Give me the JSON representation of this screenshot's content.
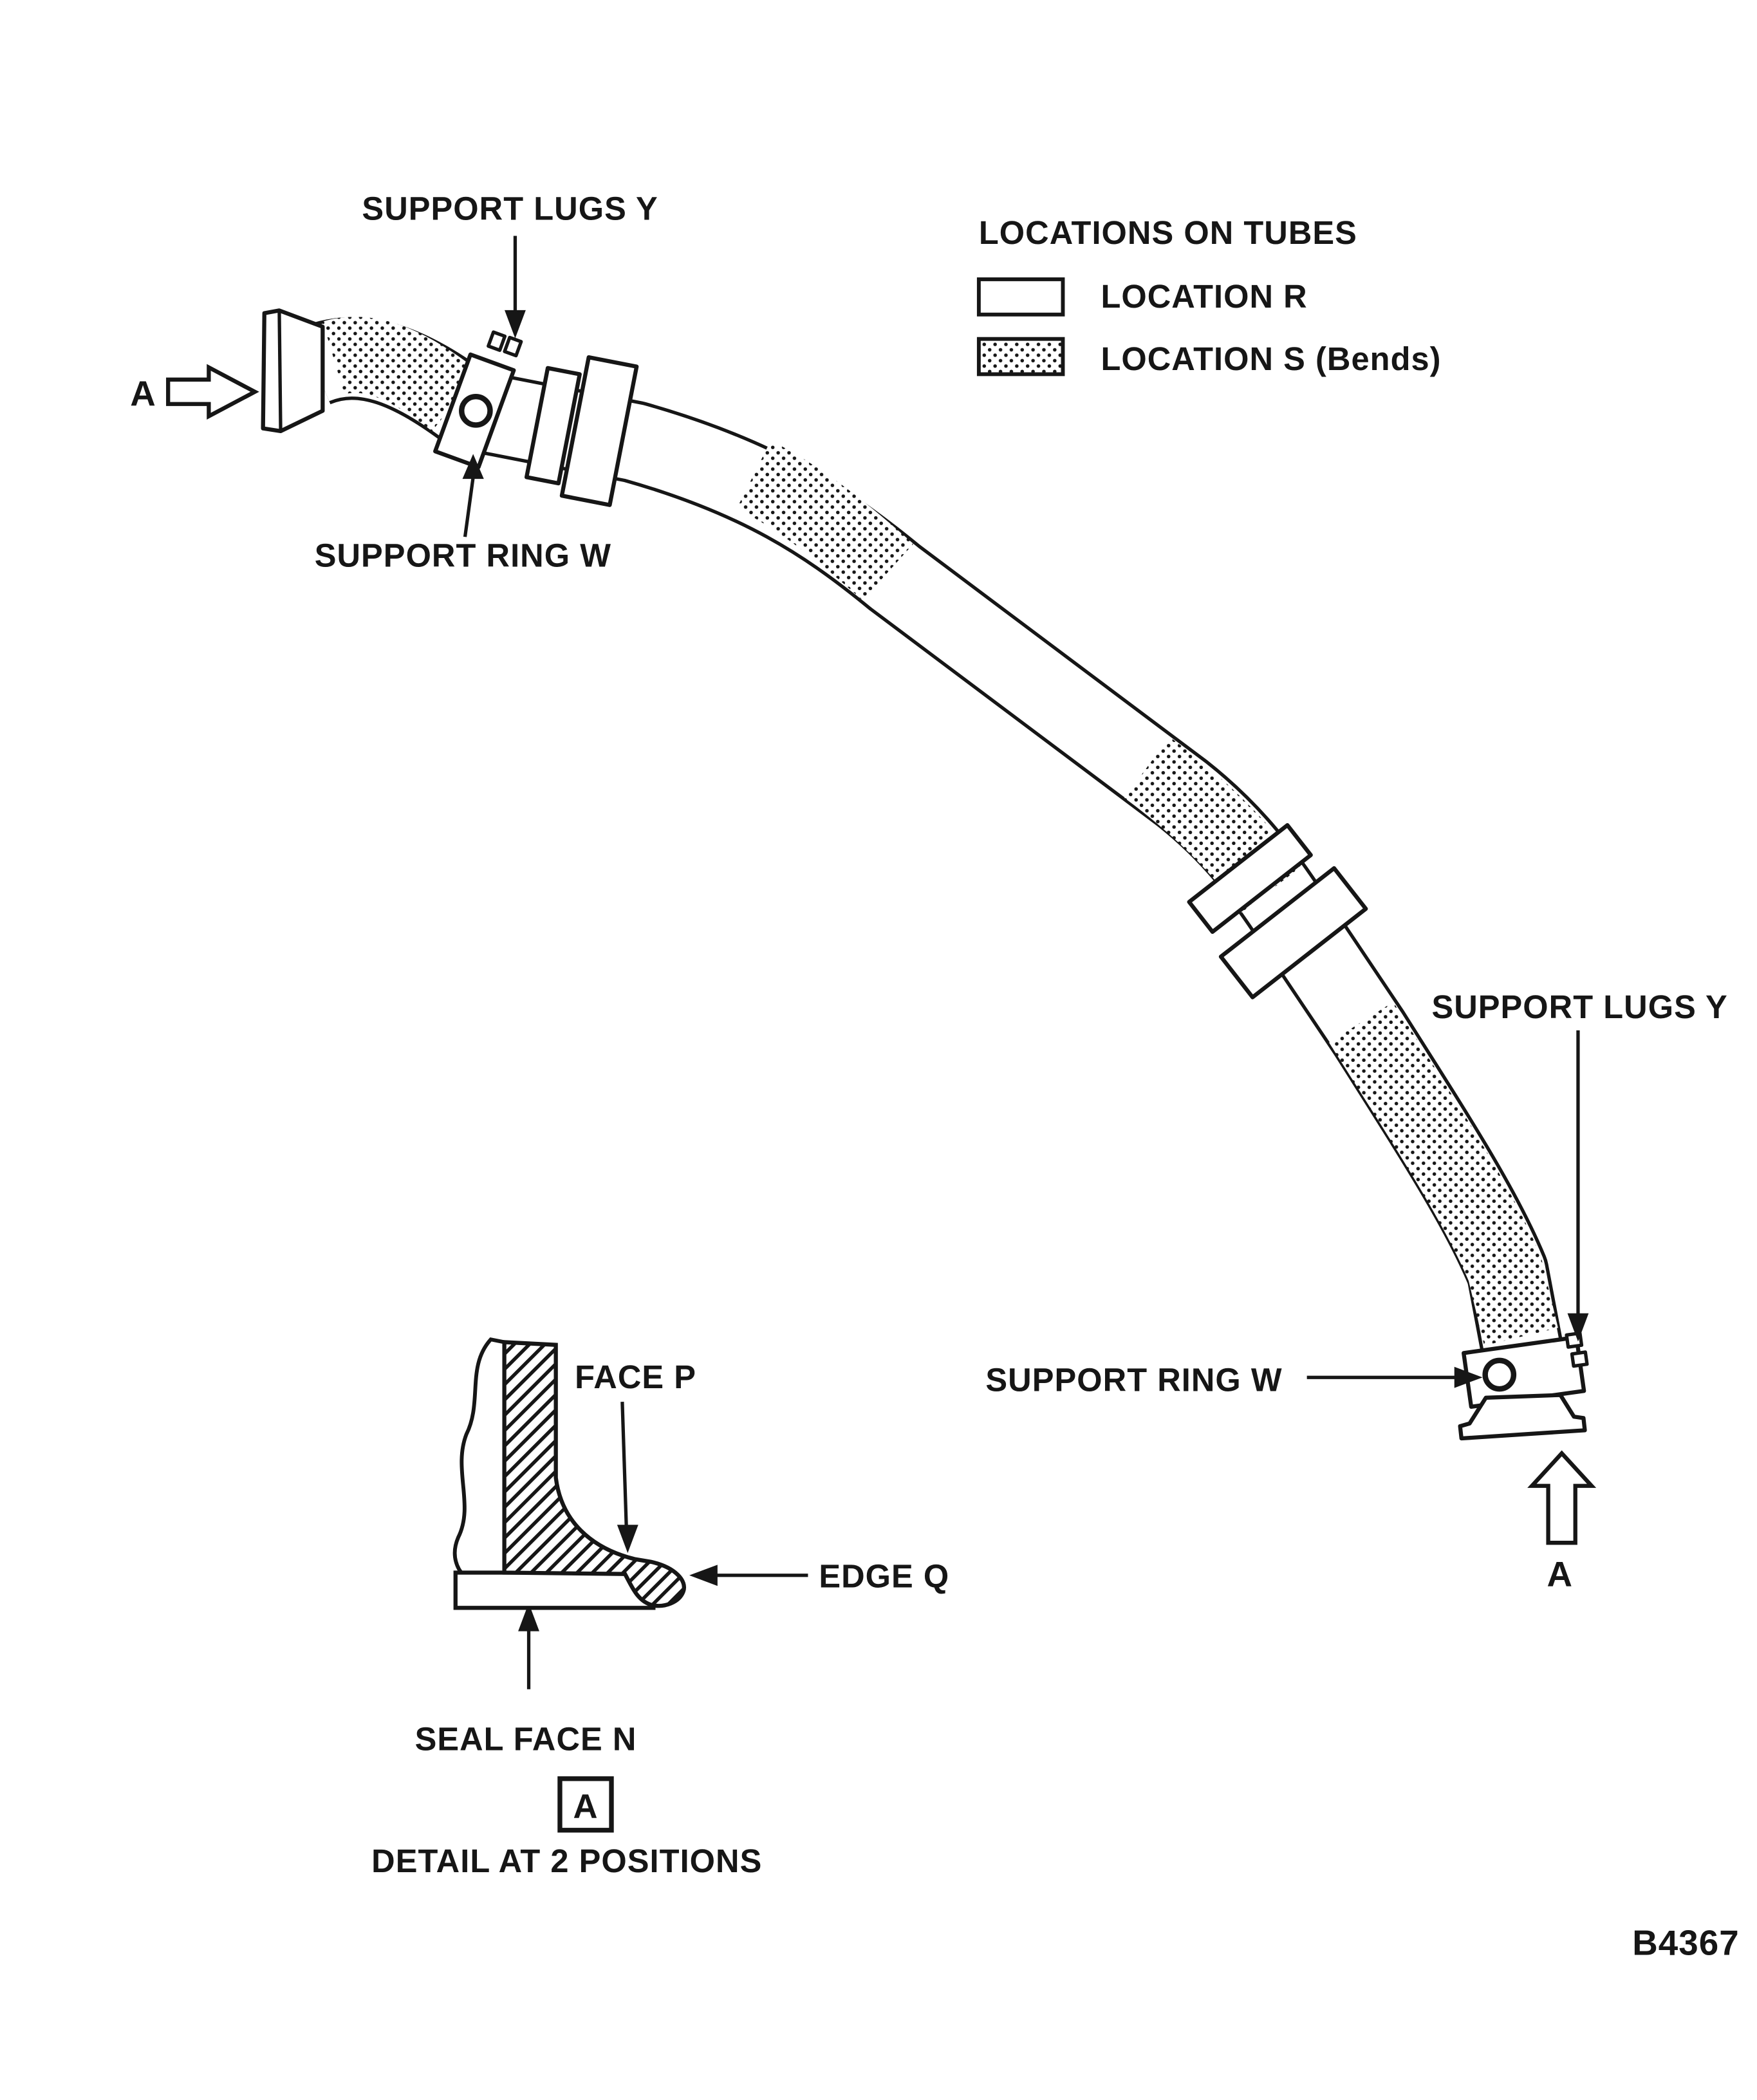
{
  "page": {
    "background": "#ffffff",
    "ink": "#161616",
    "figure_number": "B4367"
  },
  "legend": {
    "title": "LOCATIONS ON TUBES",
    "items": [
      {
        "label": "LOCATION R",
        "swatch": "plain"
      },
      {
        "label": "LOCATION S (Bends)",
        "swatch": "stipple"
      }
    ]
  },
  "labels": {
    "support_lugs_y_top": "SUPPORT LUGS Y",
    "support_ring_w_top": "SUPPORT RING W",
    "support_lugs_y_right": "SUPPORT LUGS Y",
    "support_ring_w_bottom": "SUPPORT RING W",
    "section_a_left": "A",
    "section_a_right": "A",
    "face_p": "FACE P",
    "edge_q": "EDGE Q",
    "seal_face_n": "SEAL FACE N",
    "detail_marker": "A",
    "detail_caption": "DETAIL AT 2 POSITIONS"
  }
}
